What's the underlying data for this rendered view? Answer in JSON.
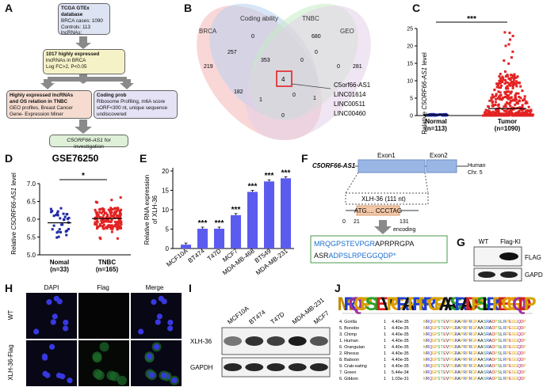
{
  "panels": {
    "A": "A",
    "B": "B",
    "C": "C",
    "D": "D",
    "E": "E",
    "F": "F",
    "G": "G",
    "H": "H",
    "I": "I",
    "J": "J"
  },
  "panel_a": {
    "box1": {
      "title": "TCGA GTEx database",
      "line1": "BRCA cases: 1090",
      "line2": "Controls: 113",
      "line3": "lncRNAs:"
    },
    "box2": {
      "title": "1017 highly expressed",
      "line1": "lncRNAs in BRCA",
      "line2": "Log FC>2, P<0.05"
    },
    "box3": {
      "title1": "Highly expressed lncRNAs",
      "title2": "and OS relation in TNBC",
      "line1": "GEO profiles, Breast Cancer",
      "line2": "Gene- Expression Miner"
    },
    "box4": {
      "title": "Coding prob",
      "line1": "Ribosome Profiling, m6A score",
      "line2": "sORF<300 nt, unique sequence",
      "line3": "undiscovered"
    },
    "box5": {
      "label": "C5ORF66-AS1",
      "suffix": " for investigation"
    }
  },
  "panel_b": {
    "sets": [
      "BRCA",
      "Coding ability",
      "TNBC",
      "GEO"
    ],
    "counts": {
      "n0a": "0",
      "n680": "680",
      "n257": "257",
      "n0b": "0",
      "n219": "219",
      "n353": "353",
      "n0c": "0",
      "n0d": "0",
      "n281": "281",
      "n4": "4",
      "n182": "182",
      "n1a": "1",
      "n1b": "1",
      "n0e": "0",
      "n0f": "0"
    },
    "genes": [
      "C5orf66-AS1",
      "LINC01614",
      "LINC00511",
      "LINC00460"
    ],
    "highlight_color": "#e32222"
  },
  "panel_c": {
    "chart_data": {
      "type": "scatter",
      "ylabel_pre": "Relative ",
      "ylabel_gene": "C5ORF66-AS1",
      "ylabel_post": " level",
      "ylim": [
        0,
        25
      ],
      "yticks": [
        "0",
        "5",
        "10",
        "15",
        "20",
        "25"
      ],
      "groups": [
        {
          "name": "Normal",
          "n": "(n=113)",
          "color": "#1f2aa6"
        },
        {
          "name": "Tumor",
          "n": "(n=1090)",
          "color": "#e32222"
        }
      ],
      "significance": "***"
    }
  },
  "panel_d": {
    "chart_data": {
      "type": "scatter",
      "title": "GSE76250",
      "ylabel_pre": "Relative ",
      "ylabel_gene": "C5ORF66-AS1",
      "ylabel_post": " level",
      "ylim": [
        5.0,
        7.0
      ],
      "yticks": [
        "5.0",
        "5.5",
        "6.0",
        "6.5",
        "7.0"
      ],
      "groups": [
        {
          "name": "Nomal",
          "n": "(n=33)",
          "color": "#1f2aa6",
          "mean": 5.9
        },
        {
          "name": "TNBC",
          "n": "(n=165)",
          "color": "#e32222",
          "mean": 6.02
        }
      ],
      "significance": "*"
    }
  },
  "panel_e": {
    "chart_data": {
      "type": "bar",
      "ylabel1": "Relative RNA expression",
      "ylabel2": "of XLH-36",
      "ylim": [
        0,
        20
      ],
      "yticks": [
        "0",
        "5",
        "10",
        "15",
        "20"
      ],
      "categories": [
        "MCF10A",
        "BT474",
        "T47D",
        "MCF7",
        "MDA-MB-468",
        "BT549",
        "MDA-MB-231"
      ],
      "values": [
        1,
        5.1,
        5.1,
        8.6,
        14.6,
        17.3,
        18.1
      ],
      "stars": [
        "",
        "***",
        "***",
        "***",
        "***",
        "***",
        "***"
      ],
      "color": "#5b5bf0"
    }
  },
  "panel_f": {
    "gene": "C5ORF66-AS1",
    "exon1": "Exon1",
    "exon2": "Exon2",
    "species1": "Human",
    "species2": "Chr. 5",
    "orf_label": "XLH-36 (111 nt)",
    "orf_seq": "ATG.... CCCTAG",
    "pos0": "0",
    "pos21": "21",
    "pos131": "131",
    "encoding": "encoding",
    "seq1_blue": "MRQGPSTEVPGR",
    "seq1_black": "APRPRGPA",
    "seq2_black": "ASR",
    "seq2_blue": "ADPSLRPEGGQDP",
    "seq2_end": "*"
  },
  "panel_g": {
    "wt": "WT",
    "ki": "Flag-KI",
    "band1": "FLAG",
    "band2": "GAPDH"
  },
  "panel_h": {
    "cols": [
      "DAPI",
      "Flag",
      "Merge"
    ],
    "rows": [
      "WT",
      "XLH-36-Flag"
    ]
  },
  "panel_i": {
    "lanes": [
      "MCF10A",
      "BT474",
      "T47D",
      "MDA-MB-231",
      "MCF7"
    ],
    "band1": "XLH-36",
    "band2": "GAPDH"
  },
  "panel_j": {
    "logo": "MRQGPSTEVPGRAPRPRGPAASRADPSLRPEGGQDP",
    "species": [
      "4. Gorilla",
      "5. Bonobo",
      "3. Chimp",
      "1. Human",
      "6. Orangutan",
      "2. Rhesus",
      "8. Baboon",
      "9. Crab-eating",
      "7. Green",
      "6. Gibbon"
    ],
    "evals": [
      "4.40e-35",
      "4.40e-35",
      "4.40e-35",
      "4.40e-35",
      "4.40e-35",
      "4.40e-35",
      "4.40e-35",
      "4.40e-35",
      "5.44e-34",
      "1.03e-31"
    ]
  }
}
